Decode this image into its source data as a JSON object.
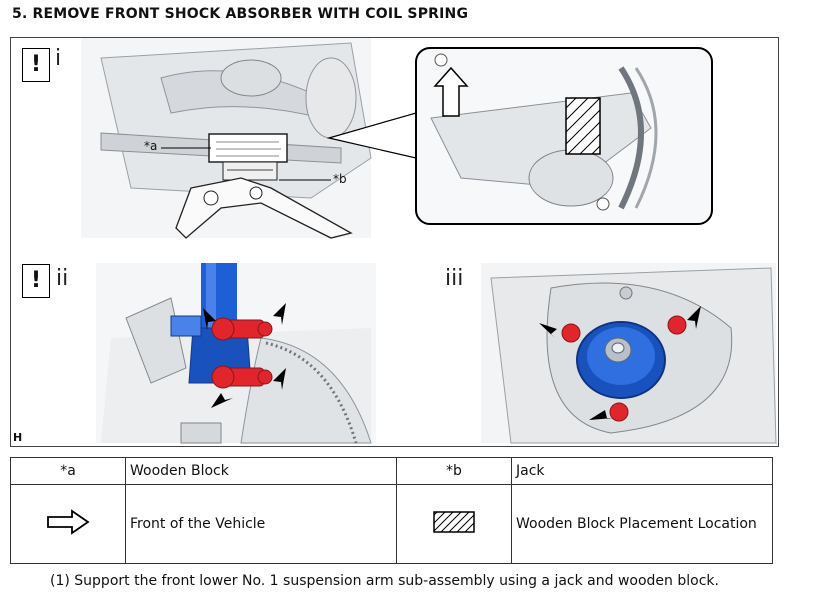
{
  "title": "5. REMOVE FRONT SHOCK ABSORBER WITH COIL SPRING",
  "figure": {
    "steps": [
      "i",
      "ii",
      "iii"
    ],
    "warning_mark": "!",
    "label_a": "*a",
    "label_b": "*b",
    "corner_code": "H"
  },
  "legend": [
    {
      "symbol": "*a",
      "text": "Wooden Block",
      "symbol2": "*b",
      "text2": "Jack"
    },
    {
      "symbol_icon": "front-arrow-icon",
      "text": "Front of the Vehicle",
      "symbol2_icon": "hatched-rectangle-icon",
      "text2": "Wooden Block Placement Location"
    }
  ],
  "note": "(1) Support the front lower No. 1 suspension arm sub-assembly using a jack and wooden block.",
  "colors": {
    "shock_blue": "#1f5fd6",
    "bolt_red": "#e0262c",
    "grey": "#c9cdd2"
  }
}
